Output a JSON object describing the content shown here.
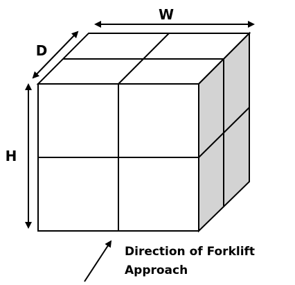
{
  "labels": {
    "width": "W",
    "depth": "D",
    "height": "H",
    "approach_line1": "Direction of Forklift",
    "approach_line2": "Approach"
  },
  "colors": {
    "line": "#000000",
    "front_face": "#ffffff",
    "top_face": "#ffffff",
    "side_face": "#d3d3d3"
  }
}
